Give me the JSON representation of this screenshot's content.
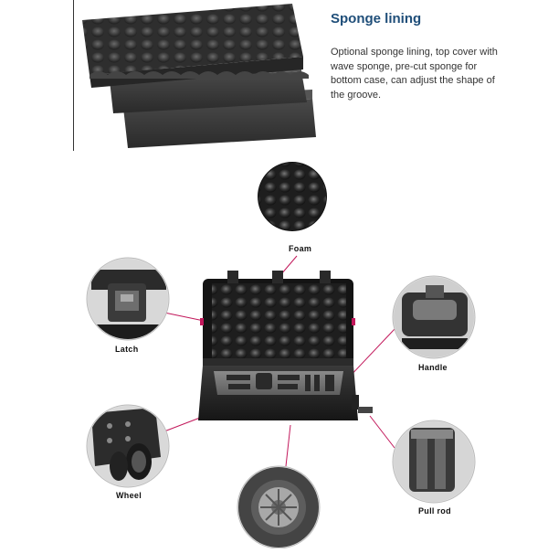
{
  "sponge_section": {
    "title": "Sponge lining",
    "description": "Optional sponge lining, top cover with wave sponge, pre-cut sponge for bottom case, can adjust the shape of the groove."
  },
  "callouts": {
    "foam": "Foam",
    "latch": "Latch",
    "handle": "Handle",
    "wheel": "Wheel",
    "pull_rod": "Pull rod"
  },
  "colors": {
    "title": "#1f4e79",
    "leader_line": "#c2185b",
    "foam_dark": "#3a3a3a"
  }
}
